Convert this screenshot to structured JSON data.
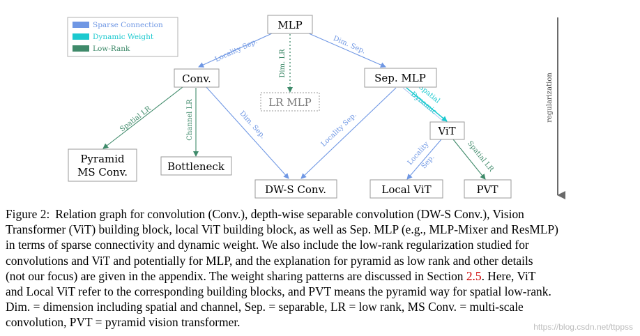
{
  "colors": {
    "sparse": "#6f97e4",
    "dynamic": "#1cc9cf",
    "lowrank": "#3f8a6a",
    "node_border": "#9a9a9a",
    "legend_border": "#b0b0b0",
    "secref": "#cc0000"
  },
  "legend": [
    {
      "label": "Sparse Connection",
      "color": "#6f97e4"
    },
    {
      "label": "Dynamic Weight",
      "color": "#1cc9cf"
    },
    {
      "label": "Low-Rank",
      "color": "#3f8a6a"
    }
  ],
  "nodes": {
    "mlp": "MLP",
    "conv": "Conv.",
    "lr_mlp": "LR MLP",
    "sep_mlp": "Sep. MLP",
    "vit": "ViT",
    "pyramid_line1": "Pyramid",
    "pyramid_line2": "MS Conv.",
    "bottleneck": "Bottleneck",
    "dws_conv": "DW-S Conv.",
    "local_vit": "Local ViT",
    "pvt": "PVT"
  },
  "edge_labels": {
    "mlp_conv": "Locality Sep.",
    "mlp_lrmlp": "Dim. LR",
    "mlp_sepmlp": "Dim. Sep.",
    "conv_pyramid": "Spatial LR",
    "conv_bottleneck": "Channel LR",
    "conv_dws": "Dim. Sep.",
    "sepmlp_dws": "Locality Sep.",
    "sepmlp_vit_1": "Spatial",
    "sepmlp_vit_2": "Dynamic",
    "vit_localvit_1": "Locality",
    "vit_localvit_2": "Sep.",
    "vit_pvt": "Spatial LR"
  },
  "side_label": "regularization",
  "caption": {
    "fig_label": "Figure 2:",
    "line1": "Relation graph for convolution (Conv.), depth-wise separable convolution (DW-S Conv.), Vision",
    "line2": "Transformer (ViT) building block, local ViT building block, as well as Sep. MLP (e.g., MLP-Mixer and ResMLP)",
    "line3": "in terms of sparse connectivity and dynamic weight. We also include the low-rank regularization studied for",
    "line4": "convolutions and ViT and potentially for MLP, and the explanation for pyramid as low rank and other details",
    "line5_pre": "(not our focus) are given in the appendix. The weight sharing patterns are discussed in Section ",
    "line5_ref": "2.5",
    "line5_post": ". Here, ViT",
    "line6": "and Local ViT refer to the corresponding building blocks, and PVT means the pyramid way for spatial low-rank.",
    "line7": "Dim. = dimension including spatial and channel, Sep. = separable, LR = low rank, MS Conv. = multi-scale",
    "line8": "convolution, PVT = pyramid vision transformer."
  },
  "watermark": "https://blog.csdn.net/ttppss"
}
